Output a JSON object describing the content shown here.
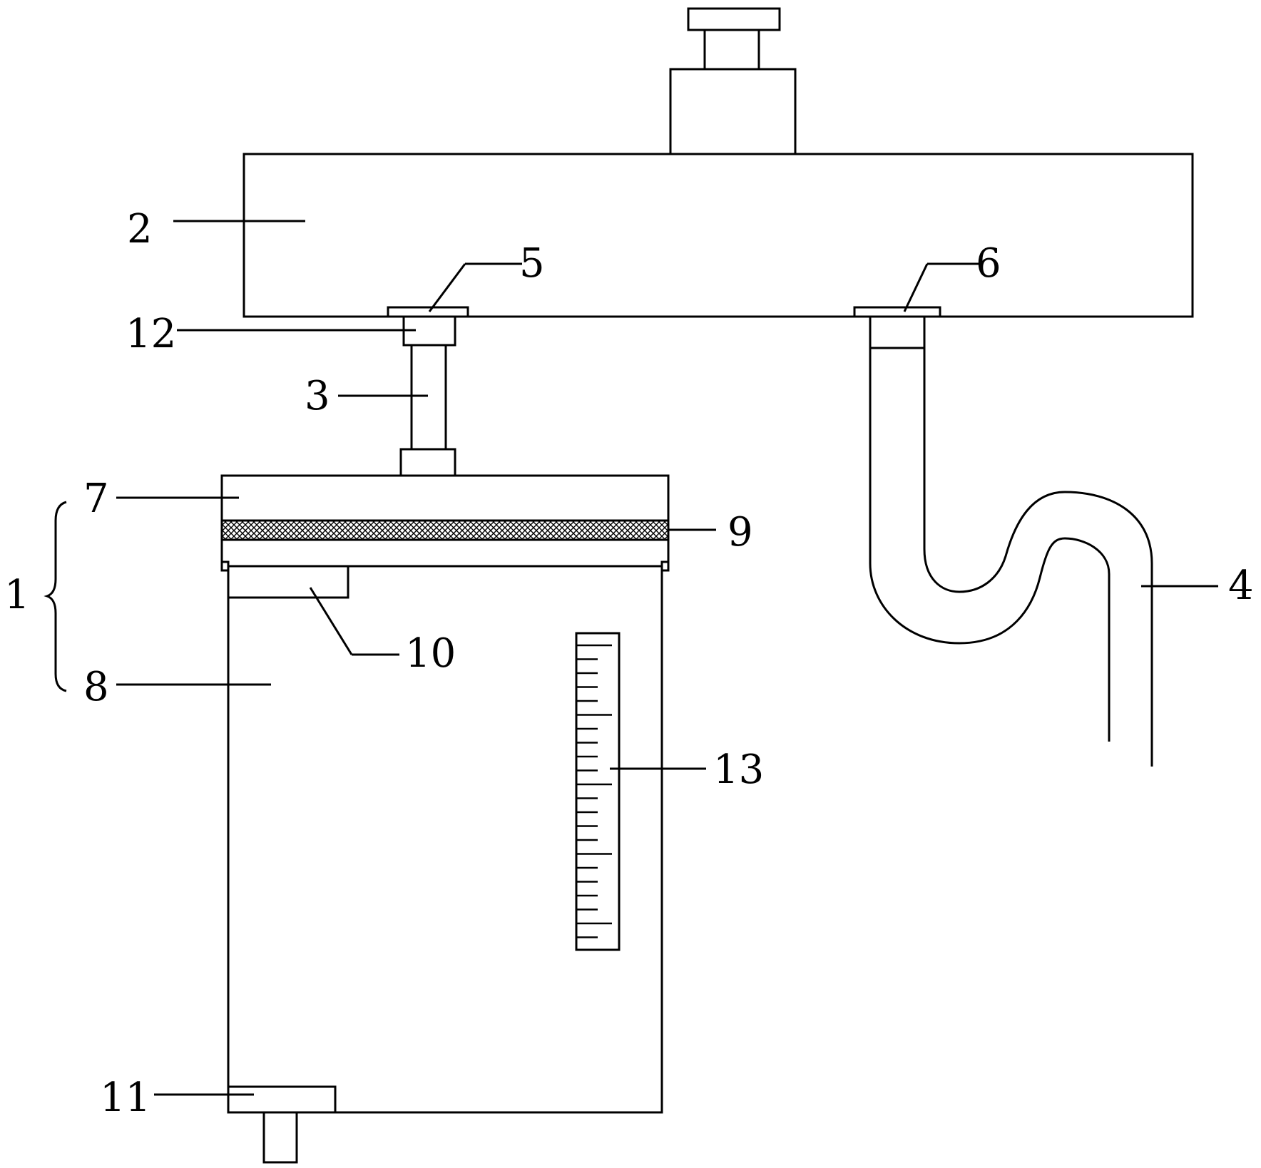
{
  "labels": {
    "l1": "1",
    "l2": "2",
    "l3": "3",
    "l4": "4",
    "l5": "5",
    "l6": "6",
    "l7": "7",
    "l8": "8",
    "l9": "9",
    "l10": "10",
    "l11": "11",
    "l12": "12",
    "l13": "13"
  }
}
